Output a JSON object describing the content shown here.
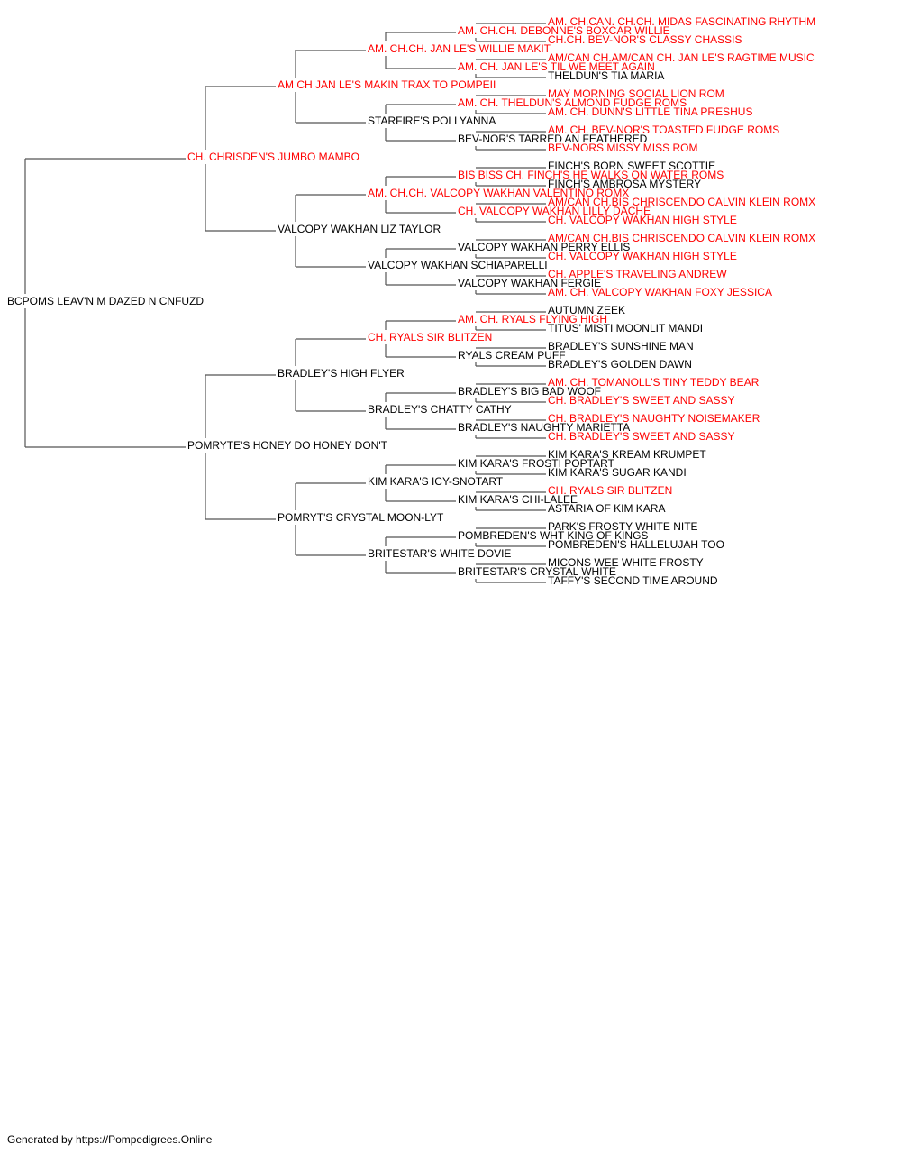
{
  "pedigree": {
    "subject": {
      "name": "BCPOMS LEAV'N M DAZED N CNFUZD",
      "champion": false
    },
    "generation_1": [
      {
        "name": "CH. CHRISDEN'S JUMBO MAMBO",
        "champion": true
      },
      {
        "name": "POMRYTE'S HONEY DO HONEY DON'T",
        "champion": false
      }
    ],
    "generation_2": [
      {
        "name": "AM CH JAN LE'S MAKIN TRAX TO POMPEII",
        "champion": true
      },
      {
        "name": "VALCOPY WAKHAN LIZ TAYLOR",
        "champion": false
      },
      {
        "name": "BRADLEY'S HIGH FLYER",
        "champion": false
      },
      {
        "name": "POMRYT'S CRYSTAL MOON-LYT",
        "champion": false
      }
    ],
    "generation_3": [
      {
        "name": "AM. CH.CH. JAN LE'S WILLIE MAKIT",
        "champion": true
      },
      {
        "name": "STARFIRE'S POLLYANNA",
        "champion": false
      },
      {
        "name": "AM. CH.CH. VALCOPY WAKHAN VALENTINO ROMX",
        "champion": true
      },
      {
        "name": "VALCOPY WAKHAN SCHIAPARELLI",
        "champion": false
      },
      {
        "name": "CH. RYALS SIR BLITZEN",
        "champion": true
      },
      {
        "name": "BRADLEY'S CHATTY CATHY",
        "champion": false
      },
      {
        "name": "KIM KARA'S ICY-SNOTART",
        "champion": false
      },
      {
        "name": "BRITESTAR'S WHITE DOVIE",
        "champion": false
      }
    ],
    "generation_4": [
      {
        "name": "AM. CH.CH. DEBONNE'S BOXCAR WILLIE",
        "champion": true
      },
      {
        "name": "AM. CH. JAN LE'S TIL WE MEET AGAIN",
        "champion": true
      },
      {
        "name": "AM. CH. THELDUN'S ALMOND FUDGE ROMS",
        "champion": true
      },
      {
        "name": "BEV-NOR'S TARRED AN FEATHERED",
        "champion": false
      },
      {
        "name": "BIS BISS CH. FINCH'S HE WALKS ON WATER ROMS",
        "champion": true
      },
      {
        "name": "CH. VALCOPY WAKHAN LILLY DACHE",
        "champion": true
      },
      {
        "name": "VALCOPY WAKHAN PERRY ELLIS",
        "champion": false
      },
      {
        "name": "VALCOPY WAKHAN FERGIE",
        "champion": false
      },
      {
        "name": "AM. CH. RYALS FLYING HIGH",
        "champion": true
      },
      {
        "name": "RYALS CREAM PUFF",
        "champion": false
      },
      {
        "name": "BRADLEY'S BIG BAD WOOF",
        "champion": false
      },
      {
        "name": "BRADLEY'S NAUGHTY MARIETTA",
        "champion": false
      },
      {
        "name": "KIM KARA'S FROSTI POPTART",
        "champion": false
      },
      {
        "name": "KIM KARA'S CHI-LALEE",
        "champion": false
      },
      {
        "name": "POMBREDEN'S WHT KING OF KINGS",
        "champion": false
      },
      {
        "name": "BRITESTAR'S CRYSTAL WHITE",
        "champion": false
      }
    ],
    "generation_5": [
      {
        "name": "AM. CH.CAN. CH.CH. MIDAS FASCINATING RHYTHM",
        "champion": true
      },
      {
        "name": "CH.CH. BEV-NOR'S CLASSY CHASSIS",
        "champion": true
      },
      {
        "name": "AM/CAN CH.AM/CAN CH. JAN LE'S RAGTIME MUSIC",
        "champion": true
      },
      {
        "name": "THELDUN'S TIA MARIA",
        "champion": false
      },
      {
        "name": "MAY MORNING SOCIAL LION ROM",
        "champion": true
      },
      {
        "name": "AM. CH. DUNN'S LITTLE TINA PRESHUS",
        "champion": true
      },
      {
        "name": "AM. CH. BEV-NOR'S TOASTED FUDGE ROMS",
        "champion": true
      },
      {
        "name": "BEV-NORS MISSY MISS ROM",
        "champion": true
      },
      {
        "name": "FINCH'S BORN SWEET SCOTTIE",
        "champion": false
      },
      {
        "name": "FINCH'S AMBROSA MYSTERY",
        "champion": false
      },
      {
        "name": "AM/CAN CH.BIS CHRISCENDO CALVIN KLEIN ROMX",
        "champion": true
      },
      {
        "name": "CH. VALCOPY WAKHAN HIGH STYLE",
        "champion": true
      },
      {
        "name": "AM/CAN CH.BIS CHRISCENDO CALVIN KLEIN ROMX",
        "champion": true
      },
      {
        "name": "CH. VALCOPY WAKHAN HIGH STYLE",
        "champion": true
      },
      {
        "name": "CH. APPLE'S TRAVELING ANDREW",
        "champion": true
      },
      {
        "name": "AM. CH. VALCOPY WAKHAN FOXY JESSICA",
        "champion": true
      },
      {
        "name": "AUTUMN ZEEK",
        "champion": false
      },
      {
        "name": "TITUS' MISTI MOONLIT MANDI",
        "champion": false
      },
      {
        "name": "BRADLEY'S SUNSHINE MAN",
        "champion": false
      },
      {
        "name": "BRADLEY'S GOLDEN DAWN",
        "champion": false
      },
      {
        "name": "AM. CH. TOMANOLL'S TINY TEDDY BEAR",
        "champion": true
      },
      {
        "name": "CH. BRADLEY'S SWEET AND SASSY",
        "champion": true
      },
      {
        "name": "CH. BRADLEY'S NAUGHTY NOISEMAKER",
        "champion": true
      },
      {
        "name": "CH. BRADLEY'S SWEET AND SASSY",
        "champion": true
      },
      {
        "name": "KIM KARA'S KREAM KRUMPET",
        "champion": false
      },
      {
        "name": "KIM KARA'S SUGAR KANDI",
        "champion": false
      },
      {
        "name": "CH. RYALS SIR BLITZEN",
        "champion": true
      },
      {
        "name": "ASTARIA OF KIM KARA",
        "champion": false
      },
      {
        "name": "PARK'S FROSTY WHITE NITE",
        "champion": false
      },
      {
        "name": "POMBREDEN'S HALLELUJAH TOO",
        "champion": false
      },
      {
        "name": "MICONS WEE WHITE FROSTY",
        "champion": false
      },
      {
        "name": "TAFFY'S SECOND TIME AROUND",
        "champion": false
      }
    ]
  },
  "colors": {
    "champion": "#ff0000",
    "regular": "#000000",
    "connector": "#555555"
  },
  "footer": {
    "text": "Generated by https://Pompedigrees.Online"
  }
}
